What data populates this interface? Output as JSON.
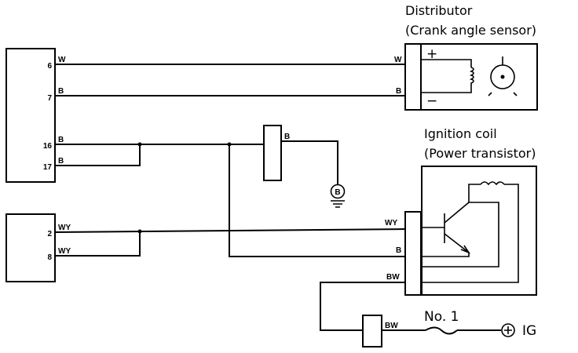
{
  "components": {
    "distributor": {
      "title": "Distributor",
      "subtitle": "(Crank angle sensor)",
      "plus": "+",
      "minus": "−"
    },
    "ignition_coil": {
      "title": "Ignition coil",
      "subtitle": "(Power transistor)"
    },
    "ground": {
      "label": "B"
    },
    "fuse": {
      "label": "No. 1"
    },
    "ig": {
      "label": "IG"
    },
    "ecm_upper": {
      "pins": [
        "6",
        "7",
        "16",
        "17"
      ]
    },
    "ecm_lower": {
      "pins": [
        "2",
        "8"
      ]
    }
  },
  "wires": {
    "w6_left": "W",
    "w6_right": "W",
    "b7_left": "B",
    "b7_right": "B",
    "b16": "B",
    "b17": "B",
    "b_connector": "B",
    "wy2_left": "WY",
    "wy2_right": "WY",
    "wy8_left": "WY",
    "b_coil": "B",
    "bw_coil": "BW",
    "bw_fuse": "BW"
  }
}
